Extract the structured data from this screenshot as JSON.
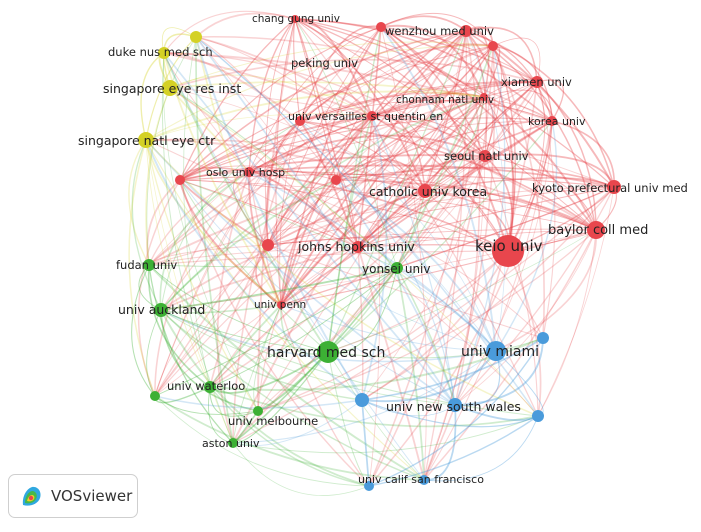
{
  "app": {
    "name": "VOSviewer",
    "logo_icon": "vosviewer-logo-icon"
  },
  "clusters": {
    "red": "#e8464d",
    "green": "#3cb034",
    "blue": "#4a9bdb",
    "yellow": "#d4d125"
  },
  "nodes": [
    {
      "id": "keio",
      "label": "keio univ",
      "cluster": "red",
      "weight": 10
    },
    {
      "id": "baylor",
      "label": "baylor coll med",
      "cluster": "red",
      "weight": 6
    },
    {
      "id": "kyoto",
      "label": "kyoto prefectural univ med",
      "cluster": "red",
      "weight": 5
    },
    {
      "id": "catholic",
      "label": "catholic univ korea",
      "cluster": "red",
      "weight": 5
    },
    {
      "id": "seoul",
      "label": "seoul natl univ",
      "cluster": "red",
      "weight": 4
    },
    {
      "id": "korea",
      "label": "korea univ",
      "cluster": "red",
      "weight": 4
    },
    {
      "id": "xiamen",
      "label": "xiamen univ",
      "cluster": "red",
      "weight": 4
    },
    {
      "id": "chonnam",
      "label": "chonnam natl univ",
      "cluster": "red",
      "weight": 3
    },
    {
      "id": "wenzhou",
      "label": "wenzhou med univ",
      "cluster": "red",
      "weight": 4
    },
    {
      "id": "wenzhou2",
      "label": "",
      "cluster": "red",
      "weight": 3
    },
    {
      "id": "r_topright",
      "label": "",
      "cluster": "red",
      "weight": 3
    },
    {
      "id": "chang",
      "label": "chang gung univ",
      "cluster": "red",
      "weight": 3
    },
    {
      "id": "peking",
      "label": "peking univ",
      "cluster": "red",
      "weight": 3
    },
    {
      "id": "versailles",
      "label": "univ versailles st quentin en",
      "cluster": "red",
      "weight": 3
    },
    {
      "id": "oslo",
      "label": "oslo univ hosp",
      "cluster": "red",
      "weight": 3
    },
    {
      "id": "r_left",
      "label": "",
      "cluster": "red",
      "weight": 3
    },
    {
      "id": "r_mid",
      "label": "",
      "cluster": "red",
      "weight": 3
    },
    {
      "id": "r_left2",
      "label": "",
      "cluster": "red",
      "weight": 3
    },
    {
      "id": "johns",
      "label": "johns hopkins univ",
      "cluster": "red",
      "weight": 4
    },
    {
      "id": "penn",
      "label": "univ penn",
      "cluster": "red",
      "weight": 2
    },
    {
      "id": "yonsei",
      "label": "yonsei univ",
      "cluster": "green",
      "weight": 4
    },
    {
      "id": "harvard",
      "label": "harvard med sch",
      "cluster": "green",
      "weight": 8
    },
    {
      "id": "fudan",
      "label": "fudan univ",
      "cluster": "green",
      "weight": 3
    },
    {
      "id": "auckland",
      "label": "univ auckland",
      "cluster": "green",
      "weight": 4
    },
    {
      "id": "waterloo",
      "label": "univ waterloo",
      "cluster": "green",
      "weight": 3
    },
    {
      "id": "g_left",
      "label": "",
      "cluster": "green",
      "weight": 3
    },
    {
      "id": "melbourne",
      "label": "univ melbourne",
      "cluster": "green",
      "weight": 3
    },
    {
      "id": "aston",
      "label": "aston univ",
      "cluster": "green",
      "weight": 3
    },
    {
      "id": "miami",
      "label": "univ miami",
      "cluster": "blue",
      "weight": 5
    },
    {
      "id": "b_right",
      "label": "",
      "cluster": "blue",
      "weight": 3
    },
    {
      "id": "nsw",
      "label": "univ new south wales",
      "cluster": "blue",
      "weight": 4
    },
    {
      "id": "b_mid",
      "label": "",
      "cluster": "blue",
      "weight": 4
    },
    {
      "id": "b_far",
      "label": "",
      "cluster": "blue",
      "weight": 3
    },
    {
      "id": "ucsf",
      "label": "univ calif san francisco",
      "cluster": "blue",
      "weight": 3
    },
    {
      "id": "b_bottom",
      "label": "",
      "cluster": "blue",
      "weight": 3
    },
    {
      "id": "duke",
      "label": "duke nus med sch",
      "cluster": "yellow",
      "weight": 3
    },
    {
      "id": "y_top",
      "label": "",
      "cluster": "yellow",
      "weight": 3
    },
    {
      "id": "sgeye",
      "label": "singapore eye res inst",
      "cluster": "yellow",
      "weight": 4
    },
    {
      "id": "sgnatl",
      "label": "singapore natl eye ctr",
      "cluster": "yellow",
      "weight": 4
    }
  ]
}
